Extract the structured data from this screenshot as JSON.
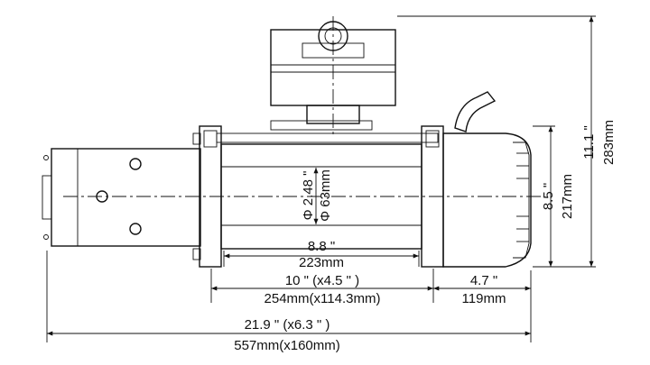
{
  "dimensions": {
    "drum_diameter_in": "Φ 2.48 \"",
    "drum_diameter_mm": "Φ 63mm",
    "drum_length_in": "8.8 \"",
    "drum_length_mm": "223mm",
    "mount_spacing_in": "10 \" (x4.5 \" )",
    "mount_spacing_mm": "254mm(x114.3mm)",
    "gearbox_length_in": "4.7 \"",
    "gearbox_length_mm": "119mm",
    "overall_length_in": "21.9 \" (x6.3 \" )",
    "overall_length_mm": "557mm(x160mm)",
    "body_height_in": "8.5 \"",
    "body_height_mm": "217mm",
    "overall_height_in": "11.1 \"",
    "overall_height_mm": "283mm"
  }
}
